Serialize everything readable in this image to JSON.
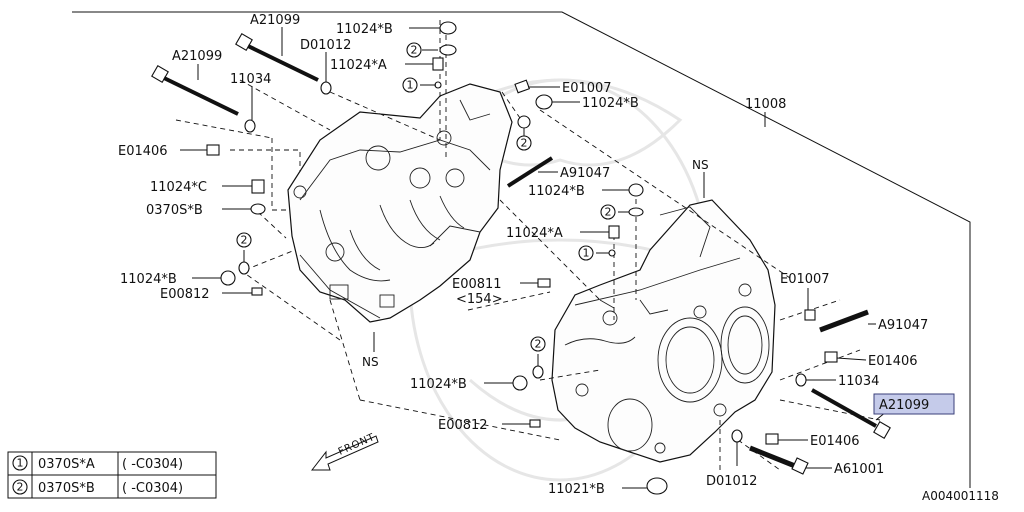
{
  "diagram": {
    "figure_code": "A004001118",
    "ns_marks": [
      "NS",
      "NS"
    ],
    "front_label": "FRONT",
    "highlight_color": "#c5cbea",
    "labels": {
      "a21099_top": "A21099",
      "a21099_left": "A21099",
      "d01012_top": "D01012",
      "n11024b_top": "11024*B",
      "n11024a_top": "11024*A",
      "n11034_left": "11034",
      "e01007_top": "E01007",
      "n11024b_right_top": "11024*B",
      "n11008": "11008",
      "e01406_left": "E01406",
      "a91047_mid": "A91047",
      "n11024c": "11024*C",
      "n0370sb_left": "0370S*B",
      "n11024b_mid": "11024*B",
      "n11024a_mid": "11024*A",
      "n11024b_left_bottom": "11024*B",
      "e00812_left": "E00812",
      "e00811": "E00811",
      "e00811_sub": "<154>",
      "e01007_right": "E01007",
      "a91047_right": "A91047",
      "e01406_right": "E01406",
      "n11034_right": "11034",
      "a21099_highlight": "A21099",
      "n11024b_bottom": "11024*B",
      "e00812_bottom": "E00812",
      "e01406_bottom": "E01406",
      "a61001": "A61001",
      "d01012_bottom": "D01012",
      "n11021b": "11021*B"
    },
    "callouts": {
      "c2_top": "2",
      "c1_top": "1",
      "c2_right": "2",
      "c2_left": "2",
      "c2_mid": "2",
      "c1_mid": "1",
      "c2_lower": "2"
    },
    "legend": [
      {
        "mark": "1",
        "part": "0370S*A",
        "range": "( -C0304)"
      },
      {
        "mark": "2",
        "part": "0370S*B",
        "range": "( -C0304)"
      }
    ]
  }
}
